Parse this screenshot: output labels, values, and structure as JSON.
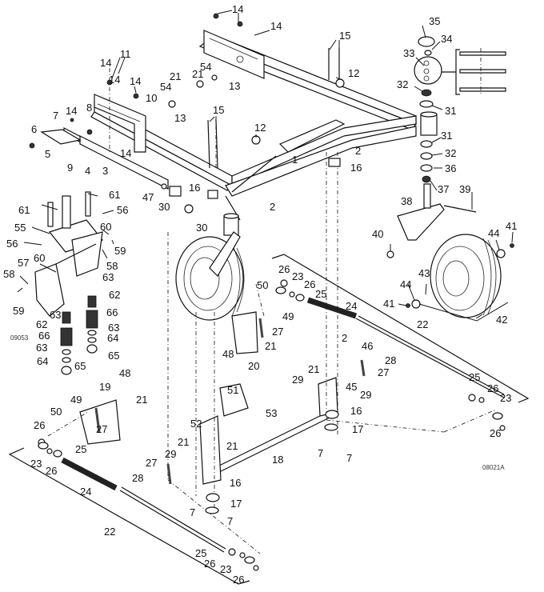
{
  "diagram": {
    "type": "exploded-parts-diagram",
    "subject": "Frame, caster wheels and suspension / lift linkage assembly",
    "figure_codes": {
      "inset": "09053",
      "main": "08021A"
    },
    "callouts": [
      {
        "id": "c1",
        "n": "1"
      },
      {
        "id": "c2a",
        "n": "2"
      },
      {
        "id": "c2b",
        "n": "2"
      },
      {
        "id": "c2c",
        "n": "2"
      },
      {
        "id": "c3",
        "n": "3"
      },
      {
        "id": "c4",
        "n": "4"
      },
      {
        "id": "c5",
        "n": "5"
      },
      {
        "id": "c6",
        "n": "6"
      },
      {
        "id": "c7a",
        "n": "7"
      },
      {
        "id": "c7b",
        "n": "7"
      },
      {
        "id": "c7c",
        "n": "7"
      },
      {
        "id": "c7d",
        "n": "7"
      },
      {
        "id": "c7e",
        "n": "7"
      },
      {
        "id": "c8",
        "n": "8"
      },
      {
        "id": "c9",
        "n": "9"
      },
      {
        "id": "c10",
        "n": "10"
      },
      {
        "id": "c11",
        "n": "11"
      },
      {
        "id": "c12a",
        "n": "12"
      },
      {
        "id": "c12b",
        "n": "12"
      },
      {
        "id": "c13a",
        "n": "13"
      },
      {
        "id": "c13b",
        "n": "13"
      },
      {
        "id": "c14a",
        "n": "14"
      },
      {
        "id": "c14b",
        "n": "14"
      },
      {
        "id": "c14c",
        "n": "14"
      },
      {
        "id": "c14d",
        "n": "14"
      },
      {
        "id": "c14e",
        "n": "14"
      },
      {
        "id": "c14f",
        "n": "14"
      },
      {
        "id": "c14g",
        "n": "14"
      },
      {
        "id": "c15a",
        "n": "15"
      },
      {
        "id": "c15b",
        "n": "15"
      },
      {
        "id": "c16a",
        "n": "16"
      },
      {
        "id": "c16b",
        "n": "16"
      },
      {
        "id": "c16c",
        "n": "16"
      },
      {
        "id": "c16d",
        "n": "16"
      },
      {
        "id": "c17a",
        "n": "17"
      },
      {
        "id": "c17b",
        "n": "17"
      },
      {
        "id": "c18",
        "n": "18"
      },
      {
        "id": "c19",
        "n": "19"
      },
      {
        "id": "c20",
        "n": "20"
      },
      {
        "id": "c21a",
        "n": "21"
      },
      {
        "id": "c21b",
        "n": "21"
      },
      {
        "id": "c21c",
        "n": "21"
      },
      {
        "id": "c21d",
        "n": "21"
      },
      {
        "id": "c21e",
        "n": "21"
      },
      {
        "id": "c21f",
        "n": "21"
      },
      {
        "id": "c21g",
        "n": "21"
      },
      {
        "id": "c22a",
        "n": "22"
      },
      {
        "id": "c22b",
        "n": "22"
      },
      {
        "id": "c23a",
        "n": "23"
      },
      {
        "id": "c23b",
        "n": "23"
      },
      {
        "id": "c23c",
        "n": "23"
      },
      {
        "id": "c23d",
        "n": "23"
      },
      {
        "id": "c24a",
        "n": "24"
      },
      {
        "id": "c24b",
        "n": "24"
      },
      {
        "id": "c25a",
        "n": "25"
      },
      {
        "id": "c25b",
        "n": "25"
      },
      {
        "id": "c25c",
        "n": "25"
      },
      {
        "id": "c25d",
        "n": "25"
      },
      {
        "id": "c26a",
        "n": "26"
      },
      {
        "id": "c26b",
        "n": "26"
      },
      {
        "id": "c26c",
        "n": "26"
      },
      {
        "id": "c26d",
        "n": "26"
      },
      {
        "id": "c26e",
        "n": "26"
      },
      {
        "id": "c26f",
        "n": "26"
      },
      {
        "id": "c26g",
        "n": "26"
      },
      {
        "id": "c26h",
        "n": "26"
      },
      {
        "id": "c27a",
        "n": "27"
      },
      {
        "id": "c27b",
        "n": "27"
      },
      {
        "id": "c27c",
        "n": "27"
      },
      {
        "id": "c27d",
        "n": "27"
      },
      {
        "id": "c28a",
        "n": "28"
      },
      {
        "id": "c28b",
        "n": "28"
      },
      {
        "id": "c29a",
        "n": "29"
      },
      {
        "id": "c29b",
        "n": "29"
      },
      {
        "id": "c29c",
        "n": "29"
      },
      {
        "id": "c30a",
        "n": "30"
      },
      {
        "id": "c30b",
        "n": "30"
      },
      {
        "id": "c31a",
        "n": "31"
      },
      {
        "id": "c31b",
        "n": "31"
      },
      {
        "id": "c32a",
        "n": "32"
      },
      {
        "id": "c32b",
        "n": "32"
      },
      {
        "id": "c33",
        "n": "33"
      },
      {
        "id": "c34",
        "n": "34"
      },
      {
        "id": "c35",
        "n": "35"
      },
      {
        "id": "c36",
        "n": "36"
      },
      {
        "id": "c37",
        "n": "37"
      },
      {
        "id": "c38",
        "n": "38"
      },
      {
        "id": "c39",
        "n": "39"
      },
      {
        "id": "c40",
        "n": "40"
      },
      {
        "id": "c41a",
        "n": "41"
      },
      {
        "id": "c41b",
        "n": "41"
      },
      {
        "id": "c42",
        "n": "42"
      },
      {
        "id": "c43",
        "n": "43"
      },
      {
        "id": "c44a",
        "n": "44"
      },
      {
        "id": "c44b",
        "n": "44"
      },
      {
        "id": "c45",
        "n": "45"
      },
      {
        "id": "c46",
        "n": "46"
      },
      {
        "id": "c47",
        "n": "47"
      },
      {
        "id": "c48a",
        "n": "48"
      },
      {
        "id": "c48b",
        "n": "48"
      },
      {
        "id": "c49a",
        "n": "49"
      },
      {
        "id": "c49b",
        "n": "49"
      },
      {
        "id": "c50a",
        "n": "50"
      },
      {
        "id": "c50b",
        "n": "50"
      },
      {
        "id": "c51",
        "n": "51"
      },
      {
        "id": "c52",
        "n": "52"
      },
      {
        "id": "c53",
        "n": "53"
      },
      {
        "id": "c54a",
        "n": "54"
      },
      {
        "id": "c54b",
        "n": "54"
      },
      {
        "id": "c55",
        "n": "55"
      },
      {
        "id": "c56a",
        "n": "56"
      },
      {
        "id": "c56b",
        "n": "56"
      },
      {
        "id": "c57",
        "n": "57"
      },
      {
        "id": "c58a",
        "n": "58"
      },
      {
        "id": "c58b",
        "n": "58"
      },
      {
        "id": "c59a",
        "n": "59"
      },
      {
        "id": "c59b",
        "n": "59"
      },
      {
        "id": "c60a",
        "n": "60"
      },
      {
        "id": "c60b",
        "n": "60"
      },
      {
        "id": "c61a",
        "n": "61"
      },
      {
        "id": "c61b",
        "n": "61"
      },
      {
        "id": "c62a",
        "n": "62"
      },
      {
        "id": "c62b",
        "n": "62"
      },
      {
        "id": "c63a",
        "n": "63"
      },
      {
        "id": "c63b",
        "n": "63"
      },
      {
        "id": "c63c",
        "n": "63"
      },
      {
        "id": "c63d",
        "n": "63"
      },
      {
        "id": "c64a",
        "n": "64"
      },
      {
        "id": "c64b",
        "n": "64"
      },
      {
        "id": "c65a",
        "n": "65"
      },
      {
        "id": "c65b",
        "n": "65"
      },
      {
        "id": "c66a",
        "n": "66"
      },
      {
        "id": "c66b",
        "n": "66"
      }
    ]
  }
}
